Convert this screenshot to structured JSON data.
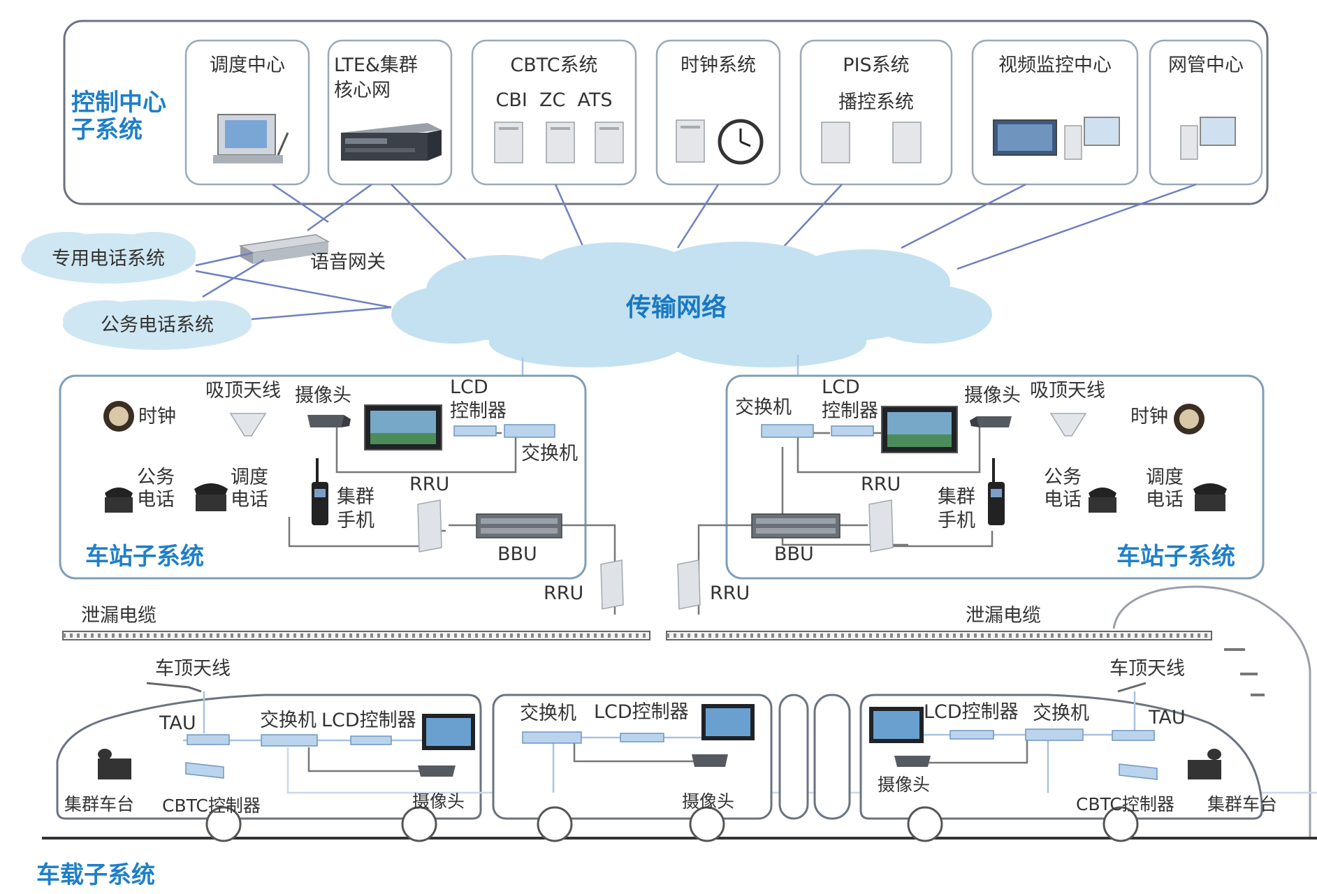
{
  "control_center": {
    "title_line1": "控制中心",
    "title_line2": "子系统",
    "modules": [
      {
        "line1": "调度中心",
        "line2": ""
      },
      {
        "line1": "LTE&集群",
        "line2": "核心网"
      },
      {
        "line1": "CBTC系统",
        "line2": "CBI  ZC  ATS"
      },
      {
        "line1": "时钟系统",
        "line2": ""
      },
      {
        "line1": "PIS系统",
        "line2": "播控系统"
      },
      {
        "line1": "视频监控中心",
        "line2": ""
      },
      {
        "line1": "网管中心",
        "line2": ""
      }
    ]
  },
  "network": {
    "transport": "传输网络",
    "voice_gateway": "语音网关",
    "private_phone": "专用电话系统",
    "public_phone": "公务电话系统"
  },
  "station_left": {
    "title": "车站子系统",
    "clock": "时钟",
    "ceiling_antenna": "吸顶天线",
    "camera": "摄像头",
    "lcd_line1": "LCD",
    "lcd_line2": "控制器",
    "switch": "交换机",
    "public_phone_l1": "公务",
    "public_phone_l2": "电话",
    "dispatch_phone_l1": "调度",
    "dispatch_phone_l2": "电话",
    "trunk_handset_l1": "集群",
    "trunk_handset_l2": "手机",
    "rru": "RRU",
    "bbu": "BBU"
  },
  "station_right": {
    "title": "车站子系统",
    "clock": "时钟",
    "ceiling_antenna": "吸顶天线",
    "camera": "摄像头",
    "lcd_line1": "LCD",
    "lcd_line2": "控制器",
    "switch": "交换机",
    "public_phone_l1": "公务",
    "public_phone_l2": "电话",
    "dispatch_phone_l1": "调度",
    "dispatch_phone_l2": "电话",
    "trunk_handset_l1": "集群",
    "trunk_handset_l2": "手机",
    "rru": "RRU",
    "bbu": "BBU"
  },
  "trackside": {
    "rru_left": "RRU",
    "rru_right": "RRU",
    "leaky_cable_left": "泄漏电缆",
    "leaky_cable_right": "泄漏电缆"
  },
  "train": {
    "title": "车载子系统",
    "roof_antenna_left": "车顶天线",
    "roof_antenna_right": "车顶天线",
    "car1": {
      "tau": "TAU",
      "switch": "交换机",
      "lcd": "LCD控制器",
      "trunk_radio": "集群车台",
      "cbtc": "CBTC控制器",
      "camera": "摄像头"
    },
    "car2": {
      "switch": "交换机",
      "lcd": "LCD控制器",
      "camera": "摄像头"
    },
    "car3": {
      "lcd": "LCD控制器",
      "switch": "交换机",
      "tau": "TAU",
      "camera": "摄像头",
      "cbtc": "CBTC控制器",
      "trunk_radio": "集群车台"
    }
  },
  "colors": {
    "accent_blue": "#1f7fc8",
    "cloud_blue": "#c3e1f0",
    "line_blue": "#6f7fbf"
  }
}
